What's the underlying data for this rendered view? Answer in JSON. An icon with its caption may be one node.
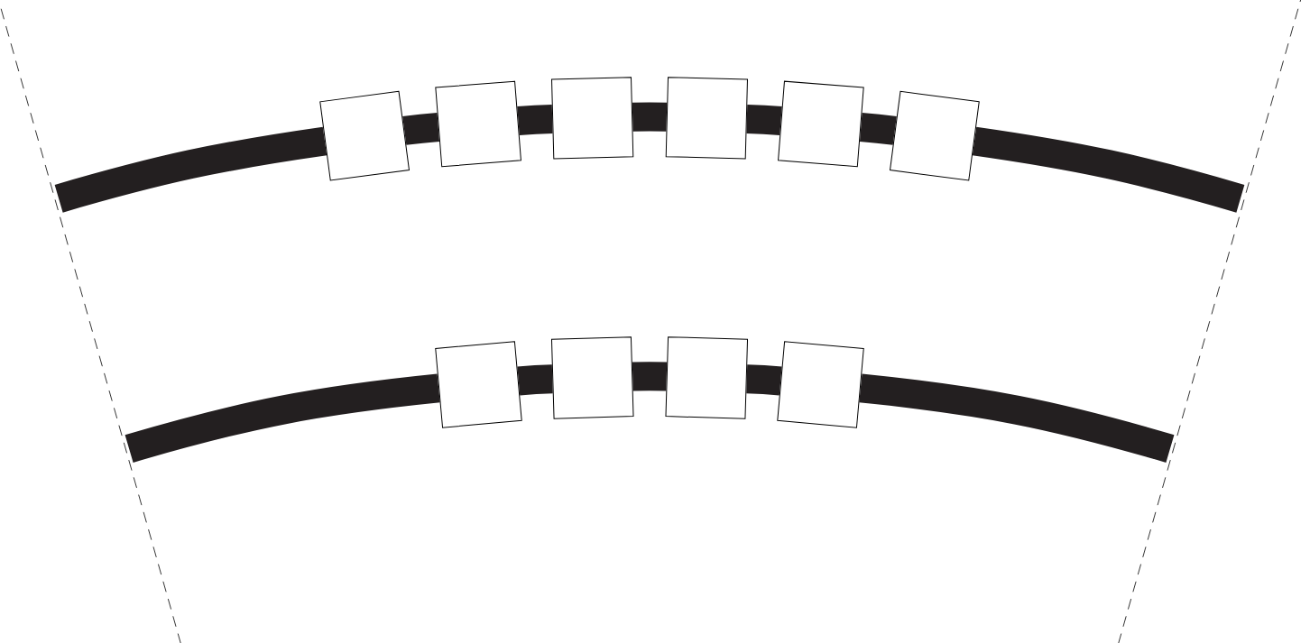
{
  "diagram": {
    "nodes": [
      {
        "text": [],
        "shape": "box"
      },
      {
        "text": [],
        "shape": "box"
      },
      {
        "text": [],
        "shape": "box"
      },
      {
        "text": [],
        "shape": "box"
      },
      {
        "text": [],
        "shape": "box"
      },
      {
        "text": [],
        "shape": "box"
      },
      {
        "text": [],
        "shape": "box"
      },
      {
        "text": [],
        "shape": "box"
      },
      {
        "text": [],
        "shape": "box"
      },
      {
        "text": [],
        "shape": "box"
      }
    ],
    "edges": [
      {
        "from": null,
        "to": 0,
        "arrow": "none"
      },
      {
        "from": 0,
        "to": 1,
        "arrow": "none"
      },
      {
        "from": 1,
        "to": 2,
        "arrow": "none"
      },
      {
        "from": 2,
        "to": 3,
        "arrow": "none"
      },
      {
        "from": 3,
        "to": 4,
        "arrow": "none"
      },
      {
        "from": 4,
        "to": 5,
        "arrow": "none"
      },
      {
        "from": 5,
        "to": null,
        "arrow": "none"
      },
      {
        "from": null,
        "to": 6,
        "arrow": "none"
      },
      {
        "from": 6,
        "to": 7,
        "arrow": "none"
      },
      {
        "from": 7,
        "to": 8,
        "arrow": "none"
      },
      {
        "from": 8,
        "to": 9,
        "arrow": "none"
      },
      {
        "from": 9,
        "to": null,
        "arrow": "none"
      }
    ]
  }
}
